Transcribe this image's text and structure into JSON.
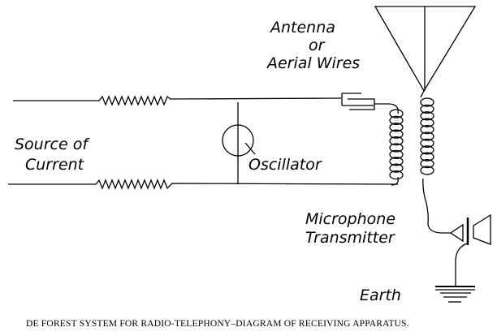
{
  "labels": {
    "antenna_line1": "Antenna",
    "antenna_line2": "or",
    "antenna_line3": "Aerial Wires",
    "source_line1": "Source of",
    "source_line2": "Current",
    "oscillator": "Oscillator",
    "microphone_line1": "Microphone",
    "microphone_line2": "Transmitter",
    "earth": "Earth"
  },
  "caption": "DE FOREST SYSTEM FOR RADIO-TELEPHONY–DIAGRAM OF  RECEIVING  APPARATUS."
}
